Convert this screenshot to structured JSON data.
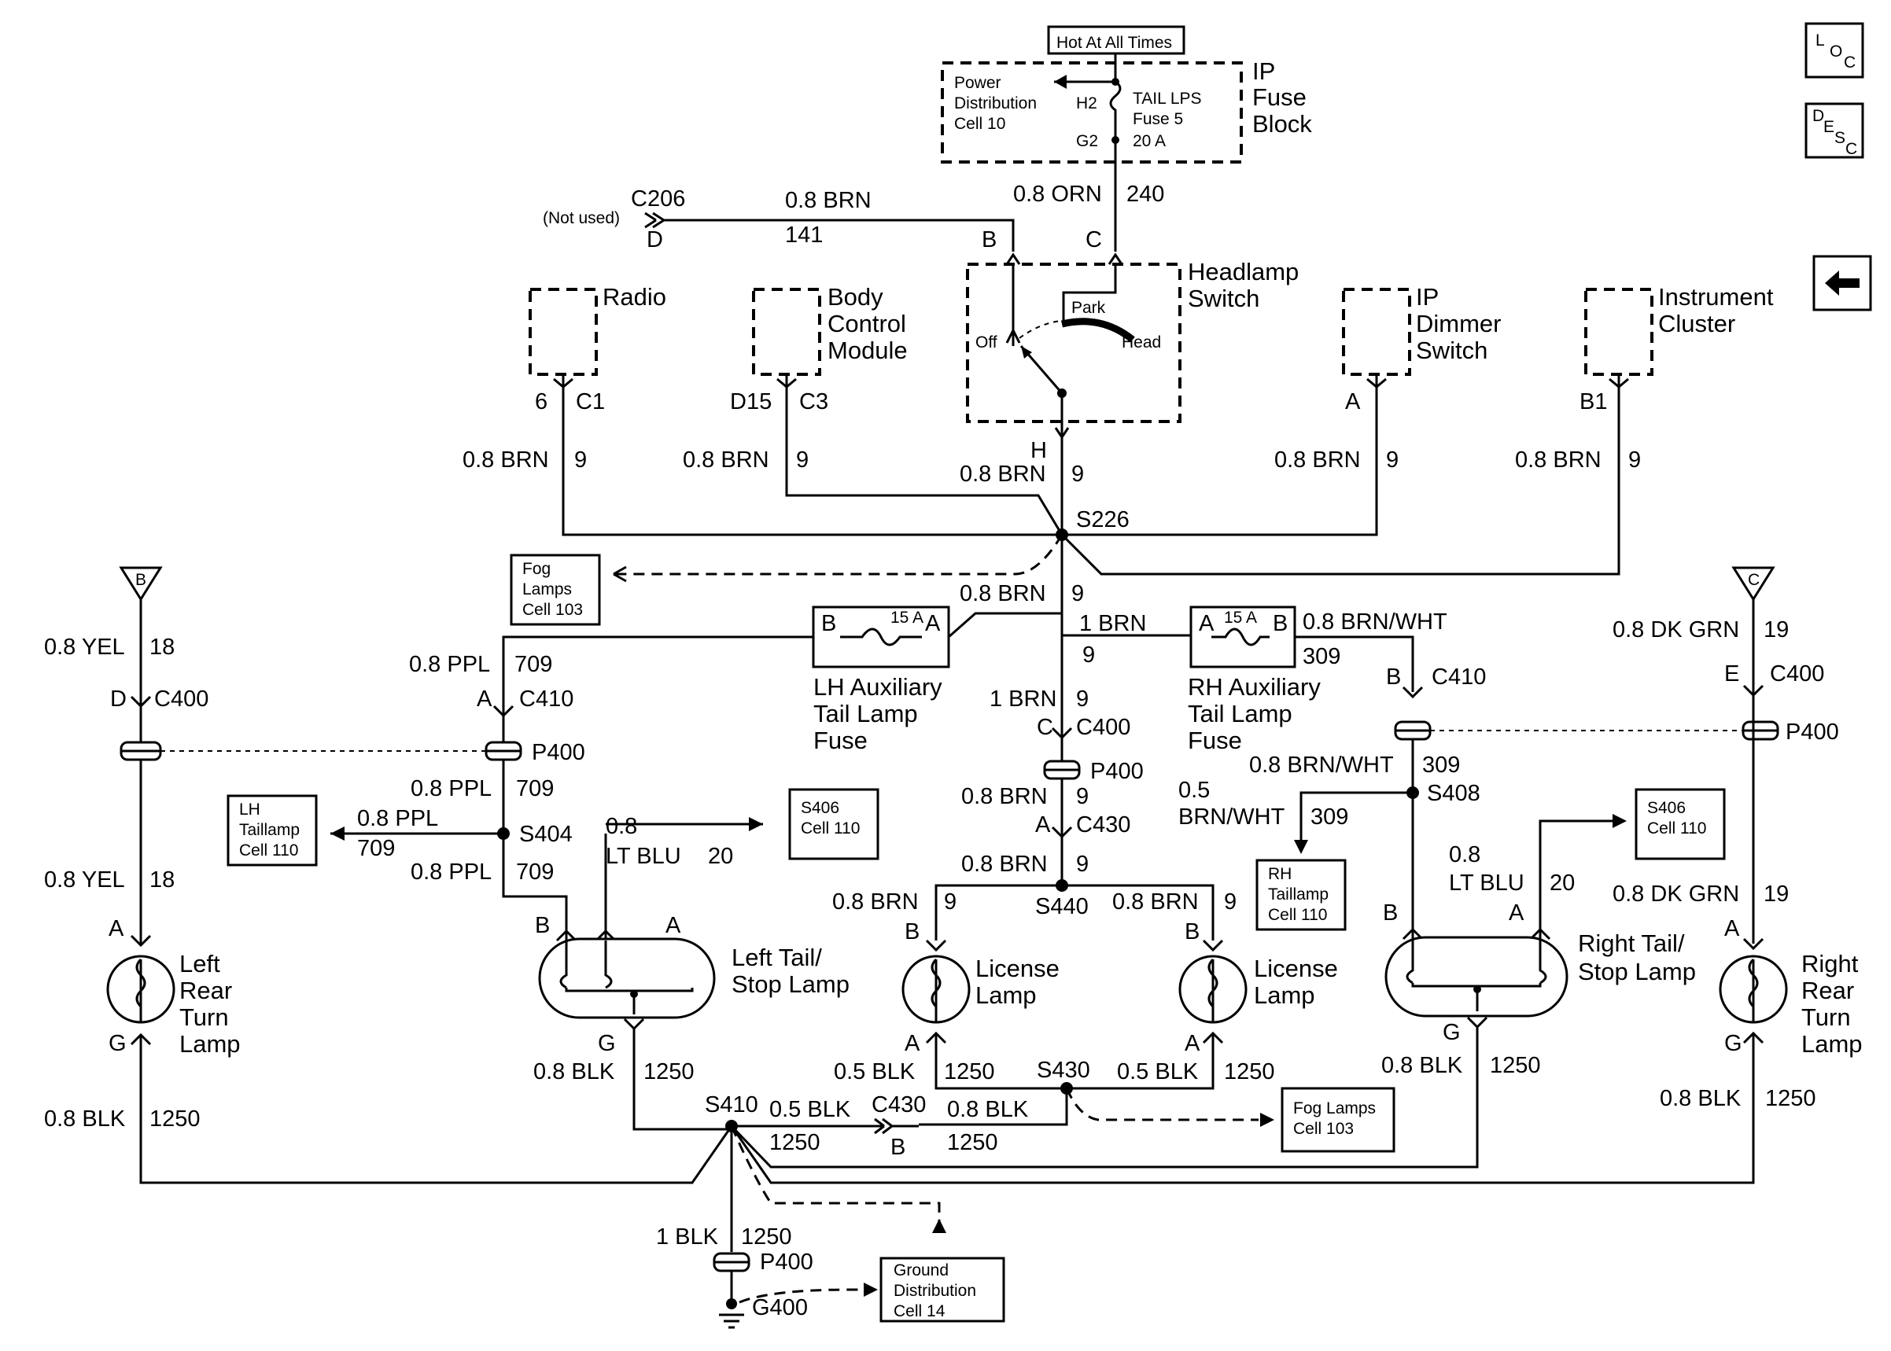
{
  "header": {
    "hot": "Hot At All Times"
  },
  "fuse_block": {
    "title": [
      "IP",
      "Fuse",
      "Block"
    ],
    "pdc": [
      "Power",
      "Distribution",
      "Cell 10"
    ],
    "h2": "H2",
    "g2": "G2",
    "fuse": [
      "TAIL LPS",
      "Fuse 5",
      "20 A"
    ]
  },
  "nav": {
    "loc": [
      "L",
      "O",
      "C"
    ],
    "desc": [
      "D",
      "E",
      "S",
      "C"
    ]
  },
  "components": {
    "radio": "Radio",
    "bcm": [
      "Body",
      "Control",
      "Module"
    ],
    "headlamp_switch": [
      "Headlamp",
      "Switch"
    ],
    "hs_off": "Off",
    "hs_park": "Park",
    "hs_head": "Head",
    "ip_dimmer": [
      "IP",
      "Dimmer",
      "Switch"
    ],
    "cluster": [
      "Instrument",
      "Cluster"
    ],
    "lh_fuse_label": [
      "LH Auxiliary",
      "Tail Lamp",
      "Fuse"
    ],
    "rh_fuse_label": [
      "RH Auxiliary",
      "Tail Lamp",
      "Fuse"
    ],
    "lh_fuse_rating": "15 A",
    "rh_fuse_rating": "15 A",
    "left_rear_turn": [
      "Left",
      "Rear",
      "Turn",
      "Lamp"
    ],
    "right_rear_turn": [
      "Right",
      "Rear",
      "Turn",
      "Lamp"
    ],
    "left_tail_stop": [
      "Left Tail/",
      "Stop Lamp"
    ],
    "right_tail_stop": [
      "Right Tail/",
      "Stop Lamp"
    ],
    "license_lamp": [
      "License",
      "Lamp"
    ]
  },
  "refs": {
    "fog_top": [
      "Fog",
      "Lamps",
      "Cell 103"
    ],
    "lh_taillamp": [
      "LH",
      "Taillamp",
      "Cell 110"
    ],
    "s406_left": [
      "S406",
      "Cell 110"
    ],
    "s406_right": [
      "S406",
      "Cell 110"
    ],
    "rh_taillamp": [
      "RH",
      "Taillamp",
      "Cell 110"
    ],
    "fog_bottom": [
      "Fog Lamps",
      "Cell 103"
    ],
    "ground": [
      "Ground",
      "Distribution",
      "Cell 14"
    ]
  },
  "offpage": {
    "b": "B",
    "c": "C"
  },
  "labels": {
    "orn_wire": "0.8 ORN",
    "orn_circ": "240",
    "c206": "C206",
    "not_used": "(Not used)",
    "c206_pin": "D",
    "brn141_wire": "0.8 BRN",
    "brn141_circ": "141",
    "hs_pin_b": "B",
    "hs_pin_c": "C",
    "hs_pin_h": "H",
    "radio_pin": "6",
    "radio_conn": "C1",
    "bcm_pin": "D15",
    "bcm_conn": "C3",
    "dim_pin": "A",
    "clu_pin": "B1",
    "w_radio": "0.8 BRN",
    "c_radio": "9",
    "w_bcm": "0.8 BRN",
    "c_bcm": "9",
    "w_hs": "0.8 BRN",
    "c_hs": "9",
    "w_dim": "0.8 BRN",
    "c_dim": "9",
    "w_clu": "0.8 BRN",
    "c_clu": "9",
    "s226": "S226",
    "w_fuse_feed": "0.8 BRN",
    "c_fuse_feed": "9",
    "w_1brn": "1 BRN",
    "c_1brn": "9",
    "lh_fuse_b": "B",
    "lh_fuse_a": "A",
    "rh_fuse_a": "A",
    "rh_fuse_b": "B",
    "w_rh_out": "0.8 BRN/WHT",
    "c_rh_out": "309",
    "w_yel_top": "0.8 YEL",
    "c_yel_top": "18",
    "c400_left_pin": "D",
    "c400_left": "C400",
    "w_ppl_top": "0.8 PPL",
    "c_ppl_top": "709",
    "c410_left_pin": "A",
    "c410_left": "C410",
    "p400_left": "P400",
    "w_ppl_mid": "0.8 PPL",
    "c_ppl_mid": "709",
    "w_ppl_out": "0.8 PPL",
    "c_ppl_out": "709",
    "s404": "S404",
    "w_ppl_low": "0.8 PPL",
    "c_ppl_low": "709",
    "w_yel_low": "0.8 YEL",
    "c_yel_low": "18",
    "w_ltblu_left_1": "0.8",
    "w_ltblu_left_2": "LT BLU",
    "c_ltblu_left": "20",
    "w_1brn_c400": "1 BRN",
    "c_1brn_c400": "9",
    "c400_center_pin": "C",
    "c400_center": "C400",
    "p400_center": "P400",
    "w_brn_c430": "0.8 BRN",
    "c_brn_c430": "9",
    "c430_top_pin": "A",
    "c430_top": "C430",
    "w_brn_s440": "0.8 BRN",
    "c_brn_s440": "9",
    "s440": "S440",
    "w_lic_left": "0.8 BRN",
    "c_lic_left": "9",
    "w_lic_right": "0.8 BRN",
    "c_lic_right": "9",
    "c410_right_pin": "B",
    "c410_right": "C410",
    "w_dkgrn_top": "0.8 DK GRN",
    "c_dkgrn_top": "19",
    "c400_right_pin": "E",
    "c400_right": "C400",
    "p400_right": "P400",
    "w_brnwht_mid": "0.8 BRN/WHT",
    "c_brnwht_mid": "309",
    "s408": "S408",
    "w_brnwht_out_1": "0.5",
    "w_brnwht_out_2": "BRN/WHT",
    "c_brnwht_out": "309",
    "w_ltblu_right_1": "0.8",
    "w_ltblu_right_2": "LT BLU",
    "c_ltblu_right": "20",
    "w_dkgrn_low": "0.8 DK GRN",
    "c_dkgrn_low": "19",
    "lrt_pin_a": "A",
    "lrt_pin_g": "G",
    "lts_pin_b": "B",
    "lts_pin_a": "A",
    "lts_pin_g": "G",
    "lic_l_pin_b": "B",
    "lic_l_pin_a": "A",
    "lic_r_pin_b": "B",
    "lic_r_pin_a": "A",
    "rts_pin_b": "B",
    "rts_pin_a": "A",
    "rts_pin_g": "G",
    "rrt_pin_a": "A",
    "rrt_pin_g": "G",
    "w_blk_lrt": "0.8 BLK",
    "c_blk_lrt": "1250",
    "w_blk_lts": "0.8 BLK",
    "c_blk_lts": "1250",
    "w_blk_lic_l": "0.5 BLK",
    "c_blk_lic_l": "1250",
    "s430": "S430",
    "w_blk_lic_r": "0.5 BLK",
    "c_blk_lic_r": "1250",
    "w_blk_rts": "0.8 BLK",
    "c_blk_rts": "1250",
    "w_blk_rrt": "0.8 BLK",
    "c_blk_rrt": "1250",
    "s410": "S410",
    "w_blk_c430_l": "0.5 BLK",
    "c_blk_c430_l": "1250",
    "c430_bottom": "C430",
    "c430_bottom_pin": "B",
    "w_blk_c430_r": "0.8 BLK",
    "c_blk_c430_r": "1250",
    "w_blk_ground": "1 BLK",
    "c_blk_ground": "1250",
    "p400_bottom": "P400",
    "g400": "G400"
  }
}
